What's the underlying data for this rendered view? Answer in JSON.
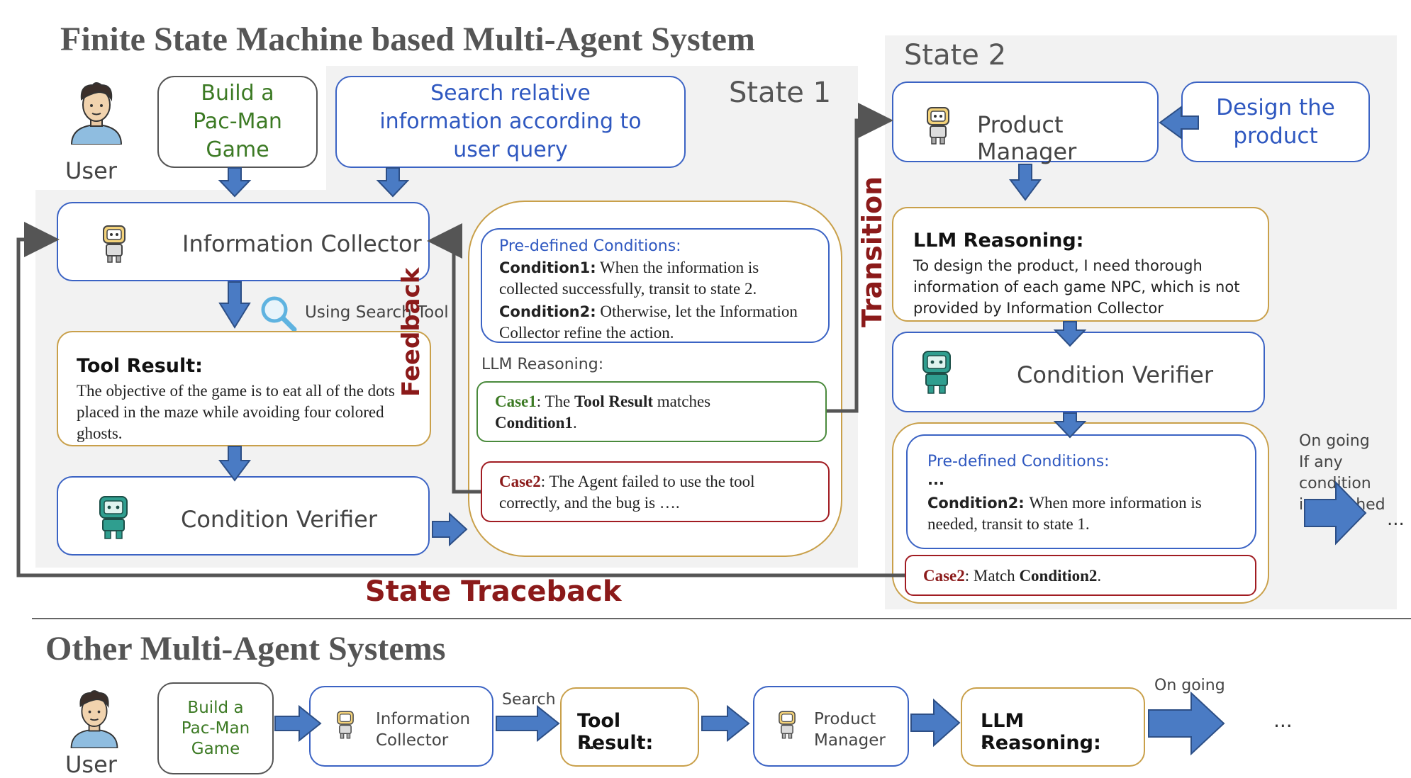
{
  "title_top": "Finite State Machine based Multi-Agent System",
  "title_bottom": "Other Multi-Agent Systems",
  "user_label": "User",
  "user_request": "Build a Pac-Man Game",
  "state1": {
    "label": "State 1",
    "search_task": "Search relative information according to user query",
    "info_collector": "Information Collector",
    "using_search_tool": "Using Search Tool",
    "tool_result_title": "Tool Result:",
    "tool_result_text": "The objective of the game is to eat all of the dots placed in the maze while avoiding four colored ghosts.",
    "condition_verifier": "Condition Verifier",
    "predef_title": "Pre-defined Conditions:",
    "cond1_label": "Condition1:",
    "cond1_text": "When the information is collected successfully, transit to state 2.",
    "cond2_label": "Condition2:",
    "cond2_text": "Otherwise, let the Information Collector refine the action.",
    "llm_reasoning": "LLM Reasoning:",
    "case1_label": "Case1",
    "case1_pre": ": The ",
    "case1_bold": "Tool Result",
    "case1_mid": " matches ",
    "case1_cond": "Condition1",
    "case1_end": ".",
    "case2_label": "Case2",
    "case2_text": ": The Agent failed to use the tool correctly, and the bug is …."
  },
  "feedback_label": "Feedback",
  "transition_label": "Transition",
  "traceback_label": "State Traceback",
  "state2": {
    "label": "State 2",
    "product_manager": "Product Manager",
    "design_task": "Design the product",
    "llm_title": "LLM Reasoning:",
    "llm_text": "To design the product, I need thorough information of each game NPC, which is not provided by Information Collector",
    "condition_verifier": "Condition Verifier",
    "predef_title": "Pre-defined Conditions:",
    "ellipsis": "...",
    "cond2_label": "Condition2:",
    "cond2_text": "When more information is needed, transit to state 1.",
    "case2_label": "Case2",
    "case2_pre": ": Match ",
    "case2_bold": "Condition2",
    "case2_end": "."
  },
  "ongoing_note": [
    "On going",
    "If any condition",
    "is matched"
  ],
  "ellipsis_right": "...",
  "bottom": {
    "user_label": "User",
    "user_request": "Build a Pac-Man Game",
    "info_collector": "Information Collector",
    "search_label": "Search",
    "tool_result": "Tool Result:",
    "tool_ellipsis": "...",
    "product_manager": "Product Manager",
    "llm_reasoning": "LLM Reasoning:",
    "llm_ellipsis": "...",
    "ongoing": "On going",
    "final_ellipsis": "..."
  },
  "colors": {
    "blue_border": "#3b63c4",
    "gold_border": "#c9a04a",
    "arrow_fill": "#4a7bc4",
    "maroon": "#8b1a1a",
    "panel_gray": "#f2f2f2"
  }
}
